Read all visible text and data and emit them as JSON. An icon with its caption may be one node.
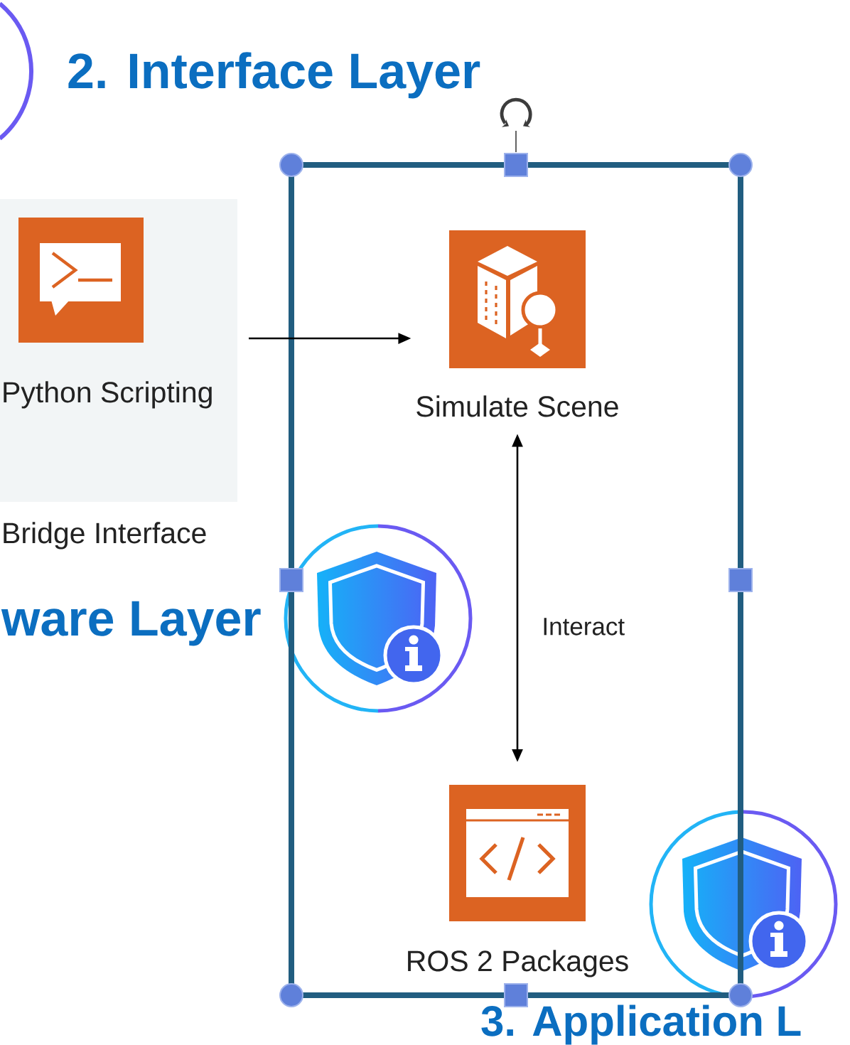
{
  "diagram": {
    "nodes": [
      {
        "text": [
          "Bridge Interface"
        ]
      },
      {
        "text": [
          "Python Scripting"
        ],
        "in": 0
      },
      {
        "text": [],
        "shape": "box"
      },
      {
        "text": [
          "Simulate Scene"
        ],
        "in": 2
      },
      {
        "text": [
          "ROS 2 Packages"
        ],
        "in": 2
      }
    ],
    "edges": [
      {
        "from": 0,
        "to": 3,
        "arrow": "to"
      },
      {
        "from": 3,
        "to": 4,
        "arrow": "both",
        "label": "Interact"
      }
    ],
    "labels": [
      "2. Interface Layer",
      "ware Layer",
      "3. Application L"
    ]
  }
}
